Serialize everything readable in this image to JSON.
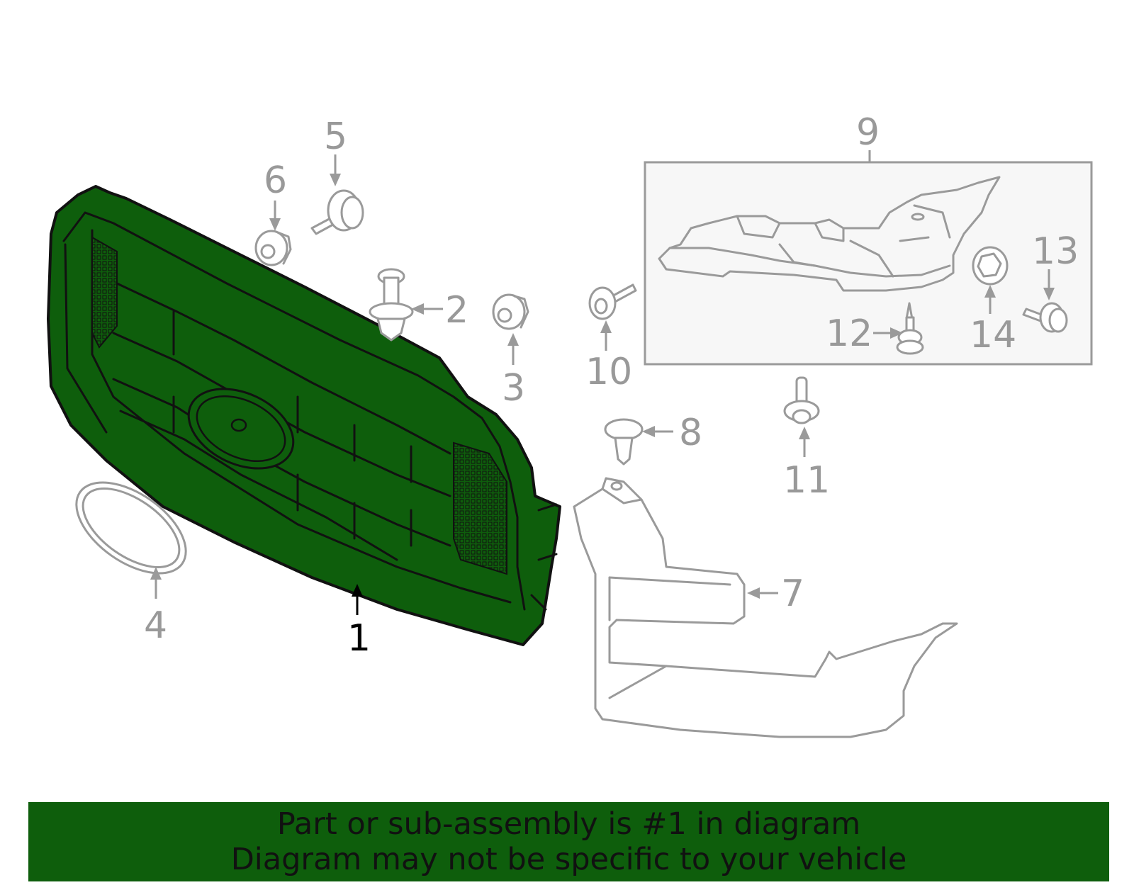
{
  "diagram": {
    "highlight_color": "#0e5e0c",
    "callouts": {
      "c1": "1",
      "c2": "2",
      "c3": "3",
      "c4": "4",
      "c5": "5",
      "c6": "6",
      "c7": "7",
      "c8": "8",
      "c9": "9",
      "c10": "10",
      "c11": "11",
      "c12": "12",
      "c13": "13",
      "c14": "14"
    },
    "selected_part": "1"
  },
  "banner": {
    "line1": "Part or sub-assembly is #1 in diagram",
    "line2": "Diagram may not be specific to your vehicle",
    "background": "#0e5e0c"
  }
}
